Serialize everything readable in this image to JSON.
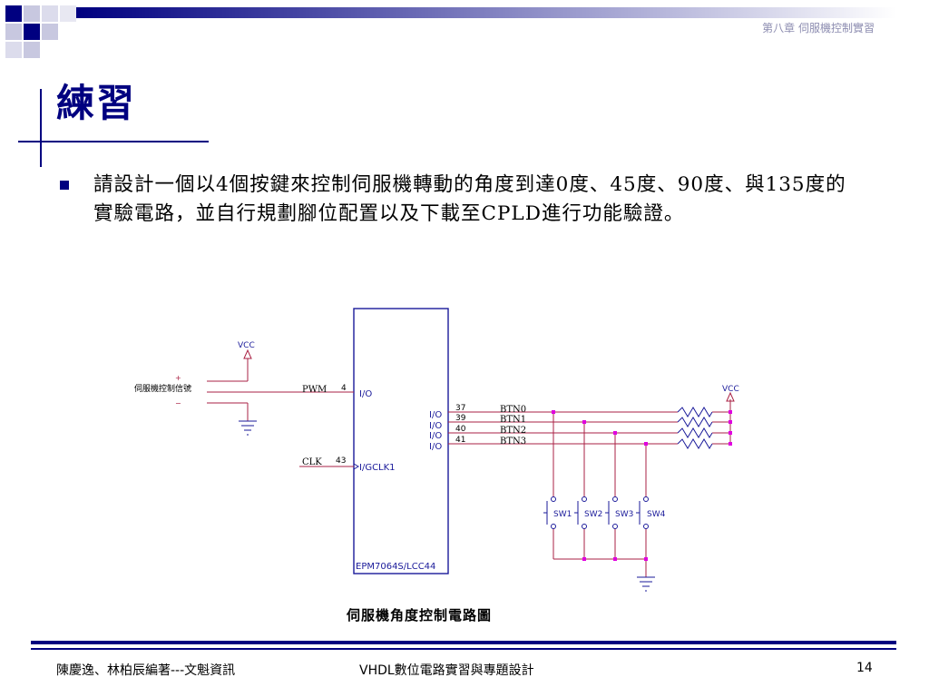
{
  "header": {
    "chapter_label": "第八章 伺服機控制實習"
  },
  "slide": {
    "title": "練習",
    "bullet_text": "請設計一個以4個按鍵來控制伺服機轉動的角度到達0度、45度、90度、與135度的實驗電路，並自行規劃腳位配置以及下載至CPLD進行功能驗證。"
  },
  "diagram": {
    "caption": "伺服機角度控制電路圖",
    "chip_name": "EPM7064S/LCC44",
    "vcc_left": "VCC",
    "vcc_right": "VCC",
    "servo_label": "伺服機控制信號",
    "plus_sign": "+",
    "minus_sign": "−",
    "pwm_net": "PWM",
    "pwm_pin": "4",
    "pwm_port": "I/O",
    "clk_net": "CLK",
    "clk_pin": "43",
    "clk_port": "I/GCLK1",
    "buttons": [
      {
        "pin": "37",
        "port": "I/O",
        "net": "BTN0",
        "switch": "SW1"
      },
      {
        "pin": "39",
        "port": "I/O",
        "net": "BTN1",
        "switch": "SW2"
      },
      {
        "pin": "40",
        "port": "I/O",
        "net": "BTN2",
        "switch": "SW3"
      },
      {
        "pin": "41",
        "port": "I/O",
        "net": "BTN3",
        "switch": "SW4"
      }
    ]
  },
  "footer": {
    "authors": "陳慶逸、林柏辰編著---文魁資訊",
    "book_title": "VHDL數位電路實習與專題設計",
    "page_number": "14"
  },
  "colors": {
    "accent_navy": "#000080",
    "wire_red": "#aa2244",
    "node_magenta": "#e000e0",
    "component_blue": "#1a1a9a"
  }
}
